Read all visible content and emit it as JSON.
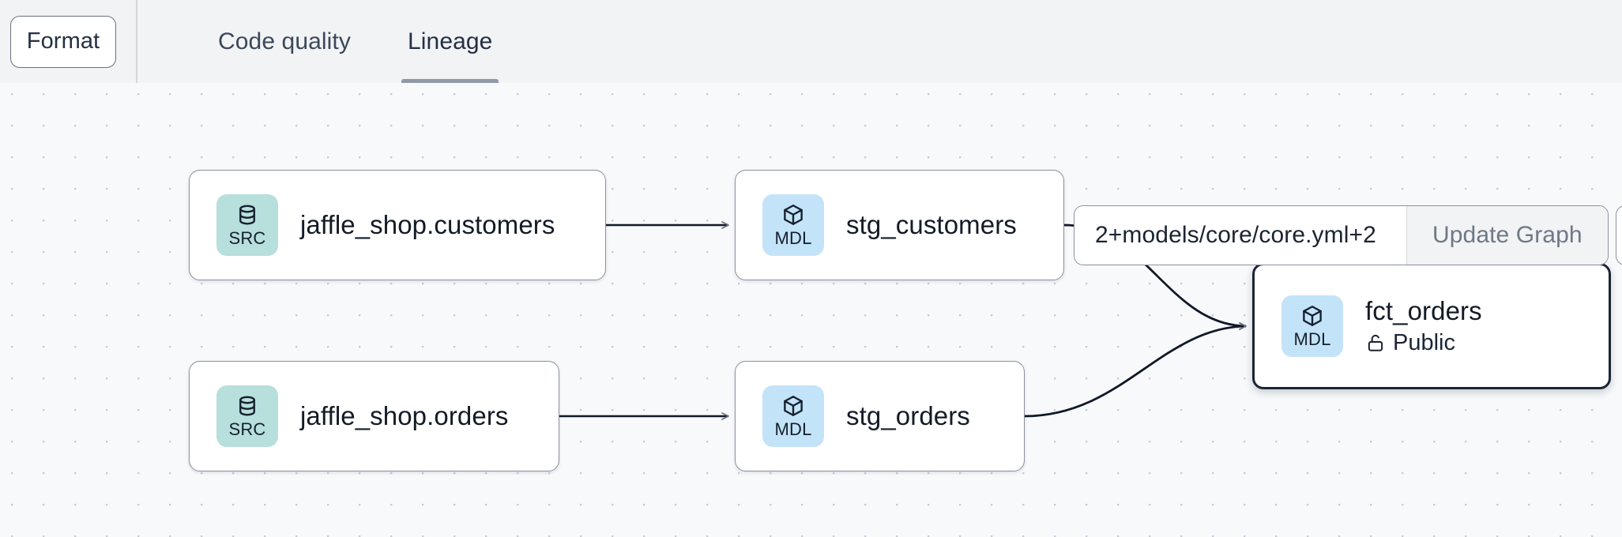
{
  "toolbar": {
    "format_label": "Format",
    "tabs": [
      {
        "label": "Code quality",
        "active": false
      },
      {
        "label": "Lineage",
        "active": true
      }
    ]
  },
  "graph_control": {
    "selector_value": "2+models/core/core.yml+2",
    "selector_placeholder": "2+models/core/core.yml+2",
    "update_label": "Update Graph"
  },
  "lineage": {
    "nodes": [
      {
        "id": "src-customers",
        "badge": "SRC",
        "badge_icon": "database-icon",
        "title": "jaffle_shop.customers",
        "access": null,
        "selected": false
      },
      {
        "id": "src-orders",
        "badge": "SRC",
        "badge_icon": "database-icon",
        "title": "jaffle_shop.orders",
        "access": null,
        "selected": false
      },
      {
        "id": "stg-customers",
        "badge": "MDL",
        "badge_icon": "cube-icon",
        "title": "stg_customers",
        "access": null,
        "selected": false
      },
      {
        "id": "stg-orders",
        "badge": "MDL",
        "badge_icon": "cube-icon",
        "title": "stg_orders",
        "access": null,
        "selected": false
      },
      {
        "id": "fct-orders",
        "badge": "MDL",
        "badge_icon": "cube-icon",
        "title": "fct_orders",
        "access": "Public",
        "access_icon": "unlock-icon",
        "selected": true
      }
    ],
    "edges": [
      {
        "from": "src-customers",
        "to": "stg-customers"
      },
      {
        "from": "src-orders",
        "to": "stg-orders"
      },
      {
        "from": "stg-customers",
        "to": "fct-orders"
      },
      {
        "from": "stg-orders",
        "to": "fct-orders"
      }
    ]
  },
  "colors": {
    "header_bg": "#f1f3f5",
    "canvas_bg": "#f7f9fb",
    "grid_dot": "#c7ccd4",
    "badge_src_bg": "#b7dfdc",
    "badge_mdl_bg": "#c3e3f8",
    "node_border": "#8b919c",
    "node_border_selected": "#1c2536",
    "edge_stroke": "#111827",
    "tab_underline": "#8f99a8",
    "text_primary": "#131b26",
    "text_muted": "#6f7885"
  }
}
